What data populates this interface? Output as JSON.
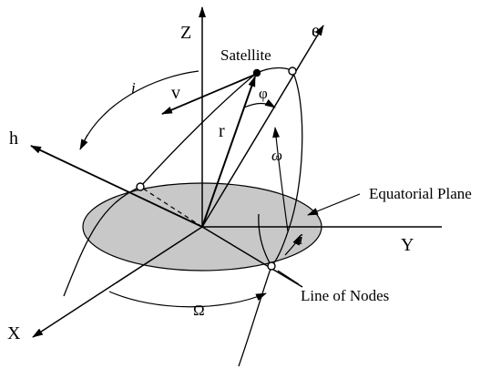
{
  "diagram": {
    "labels": {
      "z_axis": "Z",
      "y_axis": "Y",
      "x_axis": "X",
      "e_vector": "e",
      "h_vector": "h",
      "satellite": "Satellite",
      "v_vector": "v",
      "r_vector": "r",
      "phi": "φ",
      "inclination_top": "i",
      "inclination_node": "i",
      "omega_small": "ω",
      "omega_big": "Ω",
      "equatorial_plane": "Equatorial Plane",
      "line_of_nodes": "Line of Nodes"
    },
    "colors": {
      "plane_fill": "#c8c8c8",
      "ink": "#000000",
      "background": "#ffffff"
    }
  }
}
